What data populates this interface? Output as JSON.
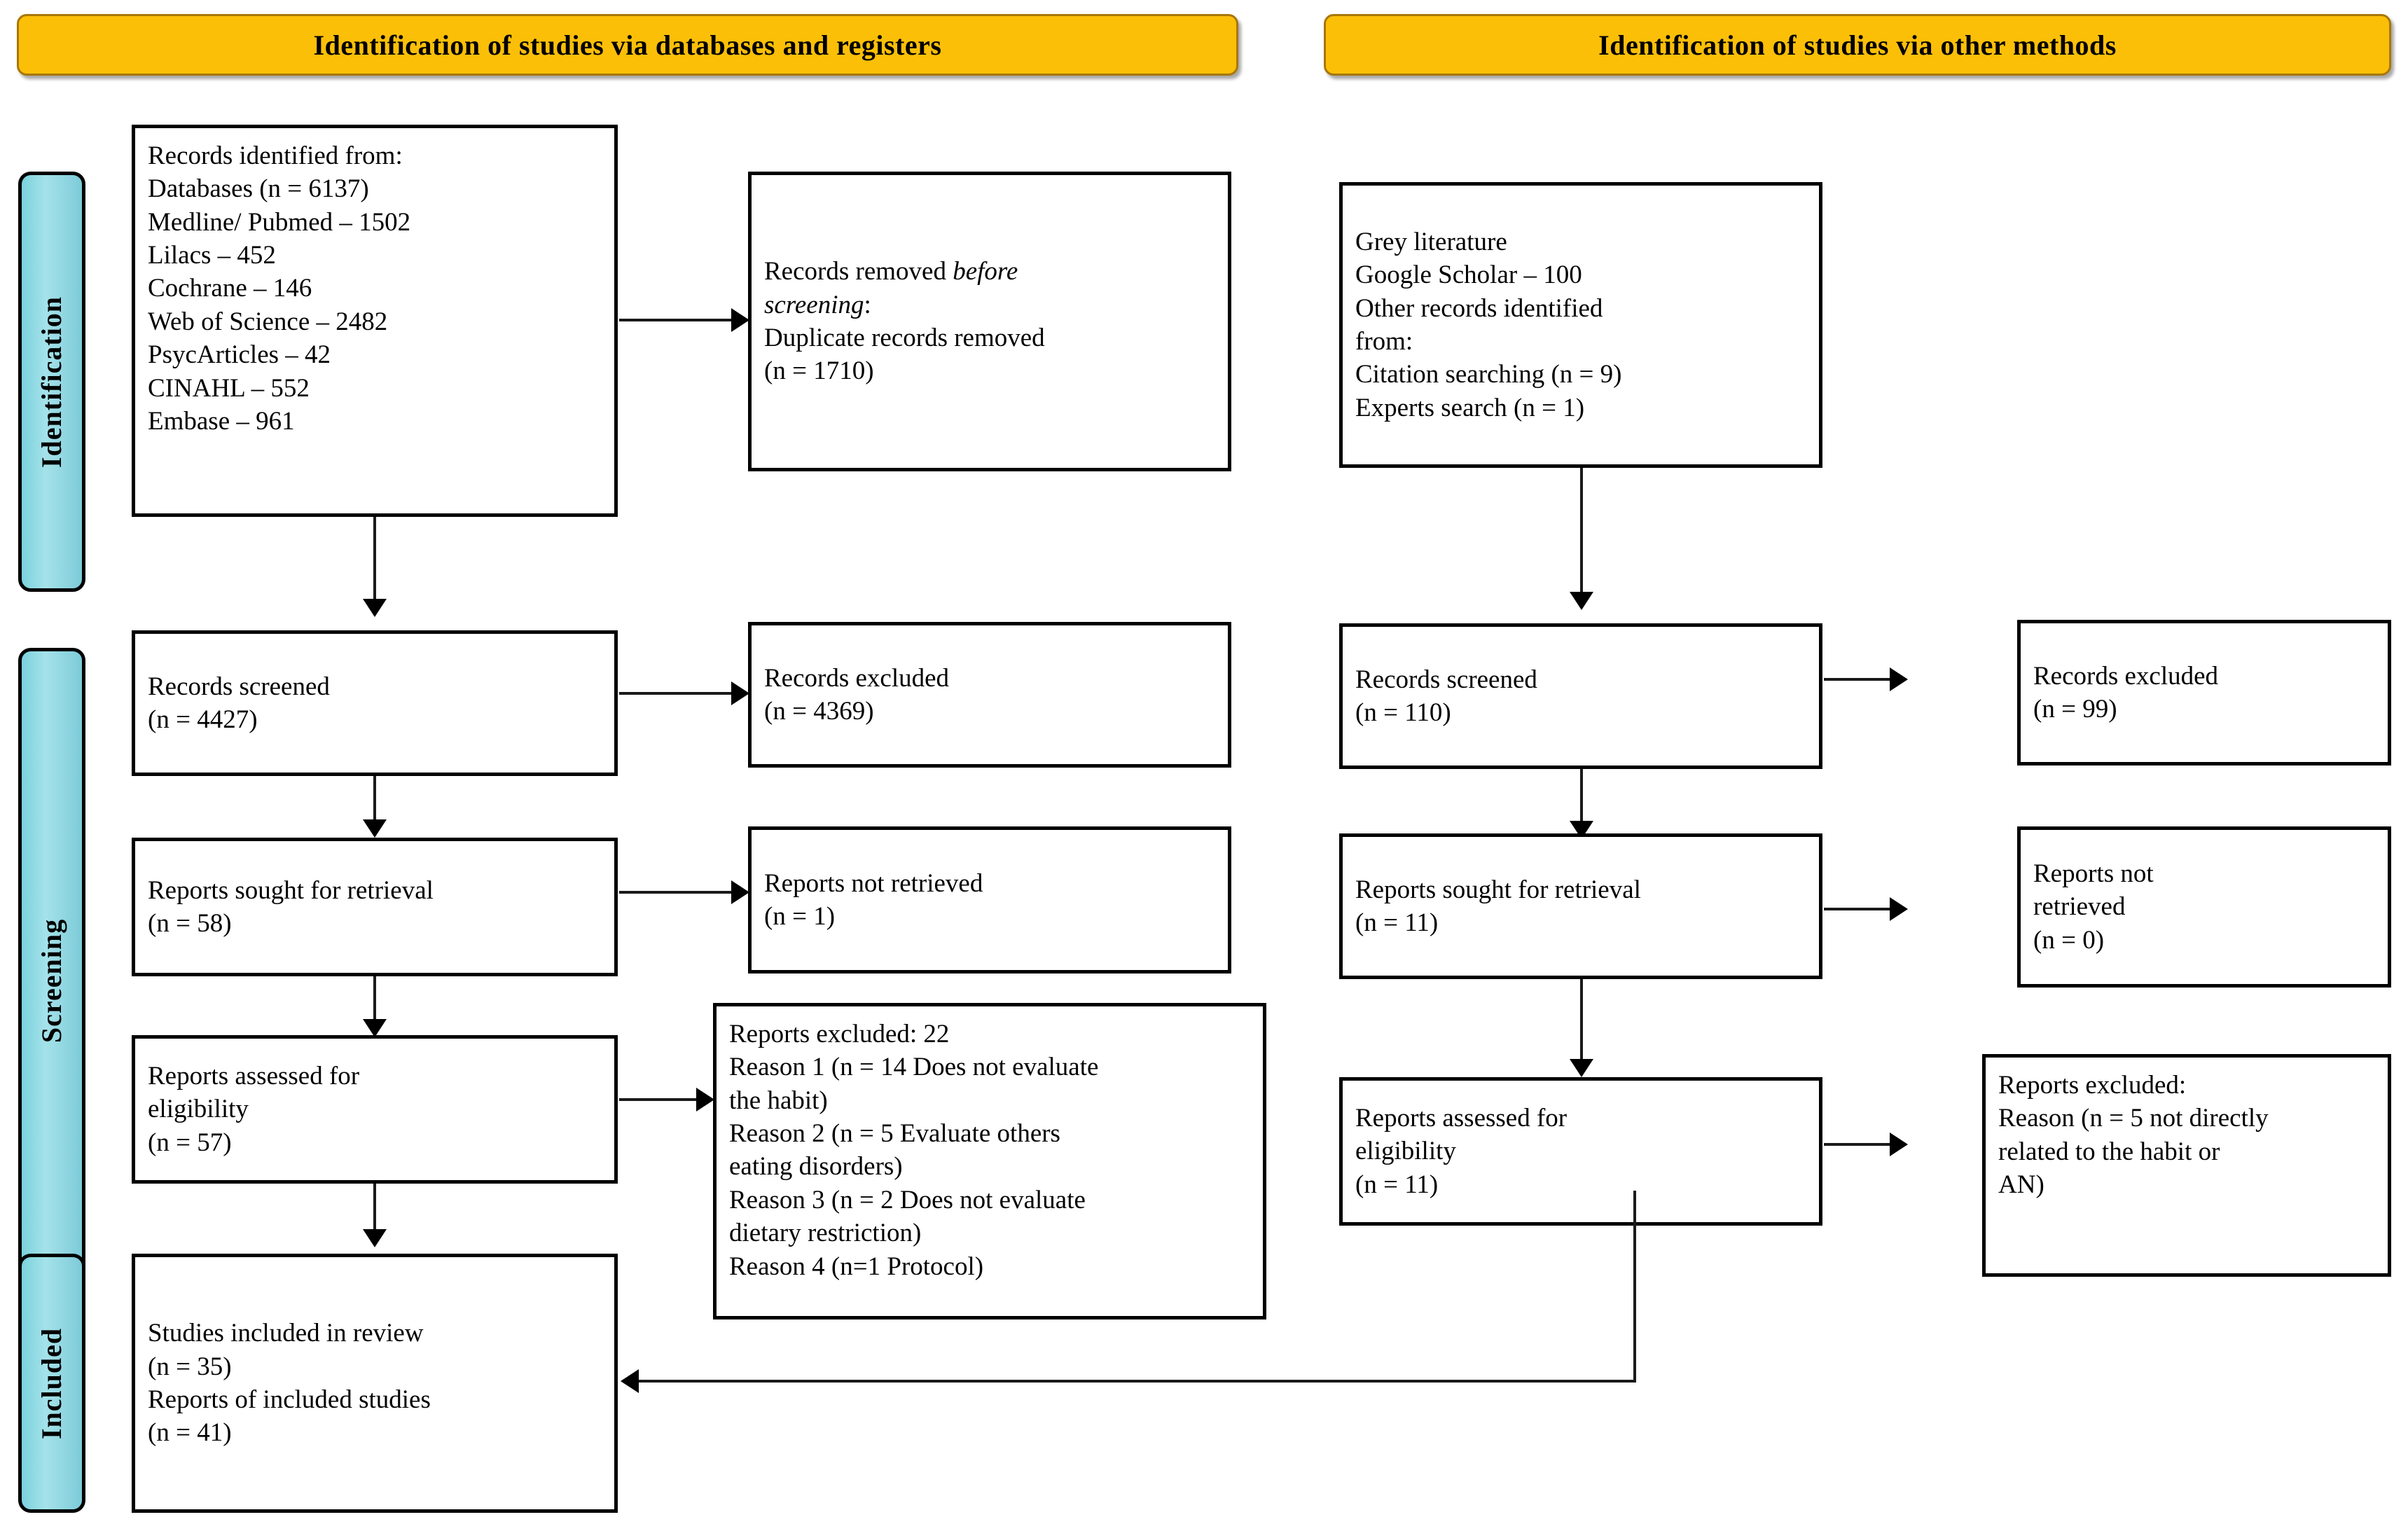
{
  "diagram": {
    "title": "PRISMA 2020 flow diagram",
    "colors": {
      "banner": "#FCBF08",
      "stage": "#7AD2DD",
      "box_border": "#000000",
      "connector": "#1A1A1A"
    }
  },
  "banners": {
    "left": "Identification of studies via databases and registers",
    "right": "Identification of studies via other methods"
  },
  "stages": {
    "identification": "Identification",
    "screening": "Screening",
    "included": "Included"
  },
  "boxes": {
    "records_identified": {
      "lines": [
        "Records identified from:",
        "Databases (n = 6137)",
        "Medline/ Pubmed – 1502",
        "Lilacs – 452",
        "Cochrane – 146",
        "Web of Science – 2482",
        "PsycArticles – 42",
        "CINAHL – 552",
        "Embase – 961"
      ]
    },
    "records_removed": {
      "line1_a": "Records removed ",
      "line1_b": "before",
      "line2": "screening",
      "line2_tail": ":",
      "line3": "Duplicate records removed",
      "line4": "(n = 1710)"
    },
    "grey_literature": {
      "lines": [
        "Grey literature",
        "Google Scholar – 100",
        "Other records identified",
        "from:",
        "Citation searching (n = 9)",
        "Experts search (n = 1)"
      ]
    },
    "records_screened_left": {
      "lines": [
        "Records screened",
        "(n = 4427)"
      ]
    },
    "records_excluded_left": {
      "lines": [
        "Records excluded",
        "(n = 4369)"
      ]
    },
    "reports_sought_left": {
      "lines": [
        "Reports sought for retrieval",
        "(n = 58)"
      ]
    },
    "reports_not_retrieved_left": {
      "lines": [
        "Reports not retrieved",
        "(n = 1)"
      ]
    },
    "reports_assessed_left": {
      "lines": [
        "Reports assessed for",
        "eligibility",
        "(n = 57)"
      ]
    },
    "reports_excluded_left": {
      "lines": [
        "Reports excluded: 22",
        "Reason 1 (n = 14 Does not evaluate",
        "the habit)",
        "Reason 2 (n = 5 Evaluate others",
        "eating disorders)",
        "Reason 3 (n =  2 Does not evaluate",
        "dietary restriction)",
        "Reason 4 (n=1 Protocol)"
      ]
    },
    "studies_included": {
      "lines": [
        "Studies included in review",
        "(n = 35)",
        "Reports of included studies",
        "(n = 41)"
      ]
    },
    "records_screened_right": {
      "lines": [
        "Records screened",
        "(n = 110)"
      ]
    },
    "records_excluded_right": {
      "lines": [
        "Records excluded",
        "(n = 99)"
      ]
    },
    "reports_sought_right": {
      "lines": [
        "Reports sought for retrieval",
        "(n = 11)"
      ]
    },
    "reports_not_retrieved_right": {
      "lines": [
        "Reports not",
        "retrieved",
        "(n = 0)"
      ]
    },
    "reports_assessed_right": {
      "lines": [
        "Reports assessed for",
        "eligibility",
        "(n = 11)"
      ]
    },
    "reports_excluded_right": {
      "lines": [
        "Reports excluded:",
        "Reason (n = 5 not directly",
        "related to the habit or",
        "AN)"
      ]
    }
  }
}
